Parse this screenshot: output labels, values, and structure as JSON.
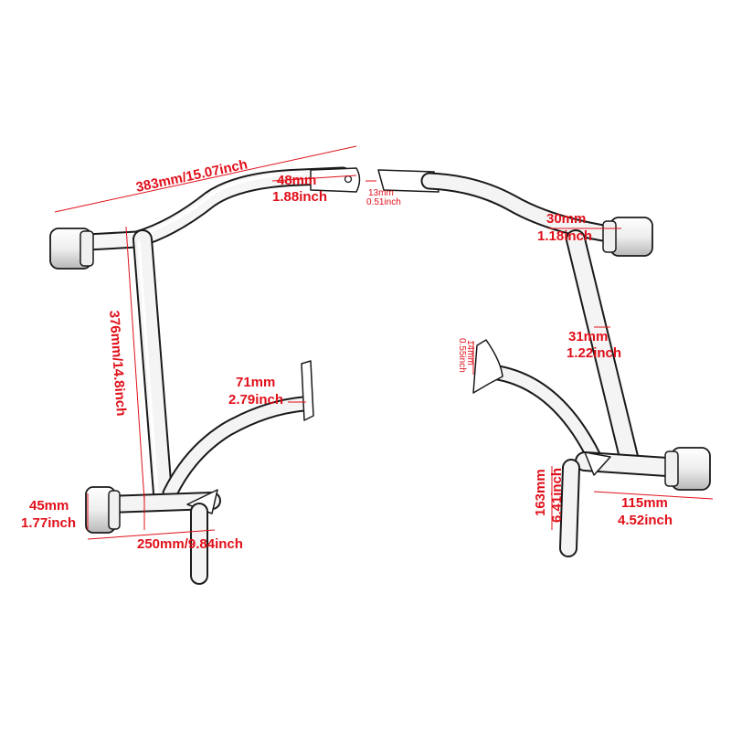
{
  "colors": {
    "dimension_text": "#e0101a",
    "dimension_line": "#e0101a",
    "part_outline": "#1a1a1a",
    "part_fill": "#ffffff"
  },
  "left_bar": {
    "overall_width": "383mm/15.07inch",
    "bracket_mm": "48mm",
    "bracket_inch": "1.88inch",
    "height": "376mm/14.8inch",
    "plate_mm": "71mm",
    "plate_inch": "2.79inch",
    "slider_mm": "45mm",
    "slider_inch": "1.77inch",
    "lower_width": "250mm/9.84inch"
  },
  "right_bar": {
    "hole_mm": "13mm",
    "hole_inch": "0.51inch",
    "tube_top_mm": "30mm",
    "tube_top_inch": "1.18inch",
    "tube_mid_mm": "31mm",
    "tube_mid_inch": "1.22inch",
    "tab_mm": "14mm",
    "tab_inch": "0.55inch",
    "height_mm": "163mm",
    "height_inch": "6.41inch",
    "slider_mm": "115mm",
    "slider_inch": "4.52inch"
  }
}
